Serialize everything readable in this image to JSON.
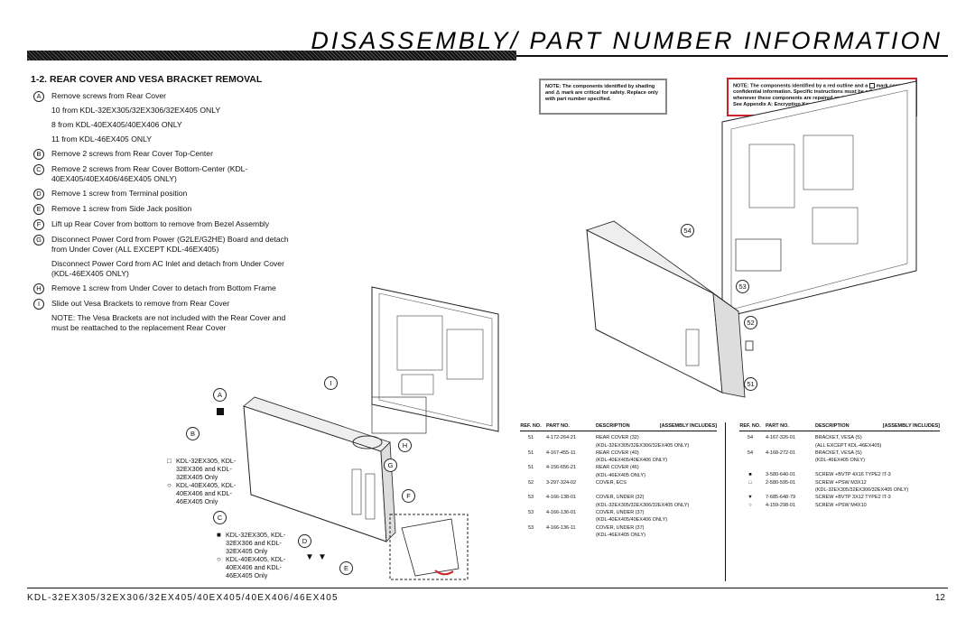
{
  "header": {
    "title": "DISASSEMBLY/ PART NUMBER INFORMATION"
  },
  "section": {
    "heading": "1-2.  REAR COVER AND VESA BRACKET REMOVAL"
  },
  "steps": [
    {
      "letter": "A",
      "lines": [
        "Remove screws from Rear Cover",
        "10 from KDL-32EX305/32EX306/32EX405 ONLY",
        "8 from KDL-40EX405/40EX406 ONLY",
        "11 from KDL-46EX405 ONLY"
      ]
    },
    {
      "letter": "B",
      "lines": [
        "Remove 2 screws from Rear Cover Top-Center"
      ]
    },
    {
      "letter": "C",
      "lines": [
        "Remove 2 screws from Rear Cover Bottom-Center (KDL-40EX405/40EX406/46EX405 ONLY)"
      ]
    },
    {
      "letter": "D",
      "lines": [
        "Remove 1 screw from Terminal position"
      ]
    },
    {
      "letter": "E",
      "lines": [
        "Remove 1 screw from Side Jack position"
      ]
    },
    {
      "letter": "F",
      "lines": [
        "Lift up Rear Cover from bottom to remove from Bezel Assembly"
      ]
    },
    {
      "letter": "G",
      "lines": [
        "Disconnect Power Cord from Power (G2LE/G2HE) Board and detach from Under Cover (ALL EXCEPT KDL-46EX405)",
        "Disconnect Power Cord from AC Inlet and detach from Under Cover (KDL-46EX405 ONLY)"
      ]
    },
    {
      "letter": "H",
      "lines": [
        "Remove 1 screw from Under Cover to detach from Bottom Frame"
      ]
    },
    {
      "letter": "I",
      "lines": [
        "Slide out Vesa Brackets to remove from Rear Cover",
        "NOTE: The Vesa Brackets are not included with the Rear Cover and must be reattached to the replacement Rear Cover"
      ]
    }
  ],
  "notes": {
    "shading": {
      "part1": "NOTE: The components identified by shading and",
      "part2": "mark are critical for safety. Replace only with part number specified."
    },
    "red_outline": {
      "part1": "NOTE: The components identified by a red outline and a",
      "part2": "mark contain confidential information. Specific instructions must be adhered to whenever these components are repaired and/or replaced.",
      "part3": "See Appendix A: Encryption Key Components in the back of this manual."
    }
  },
  "callouts": {
    "A": "A",
    "B": "B",
    "C": "C",
    "D": "D",
    "E": "E",
    "F": "F",
    "G": "G",
    "H": "H",
    "I": "I",
    "r54": "54",
    "r53": "53",
    "r52": "52",
    "r51": "51"
  },
  "legend_top": [
    {
      "symbol": "□",
      "text": "KDL-32EX305, KDL-32EX306 and KDL-32EX405 Only"
    },
    {
      "symbol": "○",
      "text": "KDL-40EX405, KDL-40EX406 and KDL-46EX405 Only"
    }
  ],
  "legend_bottom": [
    {
      "symbol": "■",
      "text": "KDL-32EX305, KDL-32EX306 and KDL-32EX405 Only"
    },
    {
      "symbol": "○",
      "text": "KDL-40EX405, KDL-40EX406 and KDL-46EX405 Only"
    }
  ],
  "table_headers": {
    "ref": "REF. NO.",
    "part": "PART NO.",
    "desc": "DESCRIPTION",
    "includes": "[ASSEMBLY INCLUDES]"
  },
  "table_left": [
    {
      "ref": "51",
      "part": "4-172-264-21",
      "desc": "REAR COVER (32)"
    },
    {
      "ref": "",
      "part": "",
      "desc": "(KDL-32EX305/32EX306/32EX405 ONLY)"
    },
    {
      "ref": "51",
      "part": "4-167-455-11",
      "desc": "REAR COVER (40)"
    },
    {
      "ref": "",
      "part": "",
      "desc": "(KDL-40EX405/40EX406 ONLY)"
    },
    {
      "ref": "51",
      "part": "4-156-656-21",
      "desc": "REAR COVER (46)"
    },
    {
      "ref": "",
      "part": "",
      "desc": "(KDL-46EX405 ONLY)"
    },
    {
      "ref": "52",
      "part": "3-297-324-02",
      "desc": "COVER, ECS"
    },
    {
      "ref": "",
      "part": "",
      "desc": ""
    },
    {
      "ref": "53",
      "part": "4-166-138-01",
      "desc": "COVER, UNDER (32)"
    },
    {
      "ref": "",
      "part": "",
      "desc": "(KDL-32EX305/32EX306/32EX405 ONLY)"
    },
    {
      "ref": "53",
      "part": "4-166-136-01",
      "desc": "COVER, UNDER (37)"
    },
    {
      "ref": "",
      "part": "",
      "desc": "(KDL-40EX405/40EX406 ONLY)"
    },
    {
      "ref": "53",
      "part": "4-166-136-11",
      "desc": "COVER, UNDER (37)"
    },
    {
      "ref": "",
      "part": "",
      "desc": "(KDL-46EX405 ONLY)"
    }
  ],
  "table_right": [
    {
      "ref": "54",
      "part": "4-167-326-01",
      "desc": "BRACKET, VESA (S)"
    },
    {
      "ref": "",
      "part": "",
      "desc": "(ALL EXCEPT KDL-46EX405)"
    },
    {
      "ref": "54",
      "part": "4-168-272-01",
      "desc": "BRACKET, VESA (S)"
    },
    {
      "ref": "",
      "part": "",
      "desc": "(KDL-46EX405 ONLY)"
    },
    {
      "ref": "",
      "part": "",
      "desc": ""
    },
    {
      "ref": "■",
      "part": "3-580-640-01",
      "desc": "SCREW +BVTP 4X16 TYPE2 IT-3"
    },
    {
      "ref": "□",
      "part": "2-580-595-01",
      "desc": "SCREW +PSW M3X12"
    },
    {
      "ref": "",
      "part": "",
      "desc": "(KDL-32EX305/32EX306/32EX405 ONLY)"
    },
    {
      "ref": "▼",
      "part": "7-685-648-79",
      "desc": "SCREW +BVTP 3X12 TYPE2 IT-3"
    },
    {
      "ref": "○",
      "part": "4-159-298-01",
      "desc": "SCREW +PSW M4X10"
    }
  ],
  "footer": {
    "models": "KDL-32EX305/32EX306/32EX405/40EX405/40EX406/46EX405",
    "page": "12"
  }
}
